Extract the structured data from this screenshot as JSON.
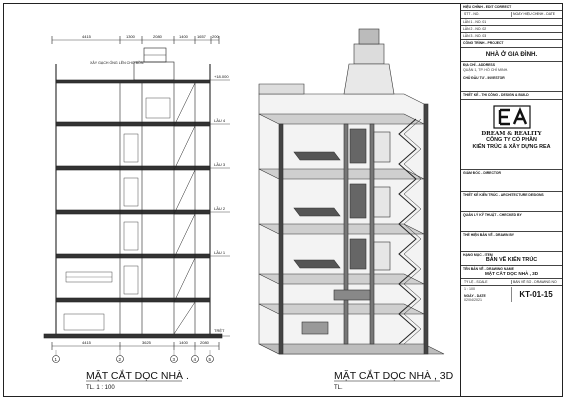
{
  "left_view": {
    "caption": "MẶT CẮT DỌC NHÀ .",
    "scale": "TL. 1 : 100",
    "dims_top": [
      "4415",
      "1300",
      "2080",
      "1400",
      "1657",
      "200"
    ],
    "dims_bottom": [
      "4415",
      "3625",
      "1400",
      "2080"
    ],
    "axes": [
      "1",
      "2",
      "3",
      "4",
      "5"
    ],
    "levels": [
      {
        "label": "+18.000",
        "name": ""
      },
      {
        "label": "LẦU 4",
        "name": ""
      },
      {
        "label": "LẦU 3",
        "name": ""
      },
      {
        "label": "LẦU 2",
        "name": ""
      },
      {
        "label": "LẦU 1",
        "name": ""
      },
      {
        "label": "TRỆT",
        "name": ""
      }
    ],
    "note": "XÂY GẠCH ỐNG LÊN CHO BỒN"
  },
  "right_view": {
    "caption": "MẶT CẮT DỌC NHÀ , 3D",
    "scale": "TL."
  },
  "title_block": {
    "revision_header": "HIỆU CHỈNH - EDIT CORRECT",
    "rev_cols": [
      "STT - NO.",
      "NGÀY HIỆU CHỈNH - DATE"
    ],
    "rev_rows": [
      "LẦN 1 - NO. 01",
      "LẦN 2 - NO. 02",
      "LẦN 3 - NO. 03"
    ],
    "project_label": "CÔNG TRÌNH - PROJECT",
    "project_name": "NHÀ Ở GIA ĐÌNH.",
    "address_label": "ĐỊA CHỈ - ADDRESS",
    "address": "QUẬN 1, TP. HỒ CHÍ MINH.",
    "investor_label": "CHỦ ĐẦU TƯ - INVESTOR",
    "design_label": "THIẾT KẾ - THI CÔNG - DESIGN & BUILD",
    "logo_text": "EA",
    "brand": "DREAM & REALITY",
    "company_line1": "CÔNG TY CỔ PHẦN",
    "company_line2": "KIẾN TRÚC & XÂY DỰNG REA",
    "director_label": "GIÁM ĐỐC - DIRECTOR",
    "arch_design_label": "THIẾT KẾ KIẾN TRÚC - ARCHITECTURE DESIGNS",
    "checked_label": "QUẢN LÝ KỸ THUẬT - CHECKED BY",
    "drawn_label": "THỂ HIỆN BẢN VẼ - DRAWN BY",
    "category_label": "HẠNG MỤC - ITEM",
    "category": "BẢN VẼ KIẾN TRÚC",
    "drawing_name_label": "TÊN BẢN VẼ - DRAWING NAME",
    "drawing_name": "MẶT CẮT DỌC NHÀ , 3D",
    "scale_label": "TỶ LỆ - SCALE",
    "sheet_label": "BẢN VẼ SỐ - DRAWING NO",
    "scale_value": "1 : 100",
    "date_label": "NGÀY - DATE",
    "date": "02/04/2021",
    "sheet_no": "KT-01-15"
  }
}
